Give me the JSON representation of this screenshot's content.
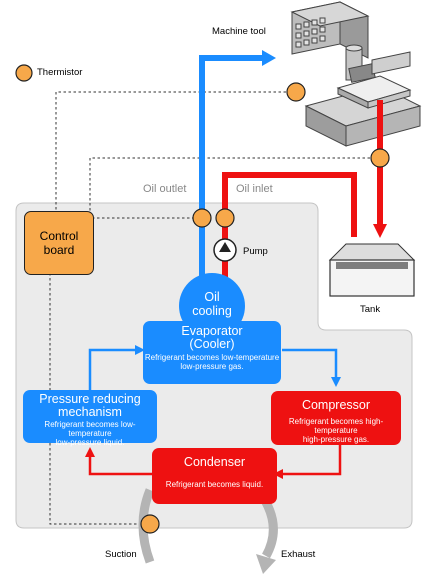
{
  "legend": {
    "thermistor_label": "Thermistor"
  },
  "labels": {
    "machine_tool": "Machine tool",
    "oil_outlet": "Oil outlet",
    "oil_inlet": "Oil inlet",
    "pump": "Pump",
    "tank": "Tank",
    "oil_cooling_line1": "Oil",
    "oil_cooling_line2": "cooling",
    "suction": "Suction",
    "exhaust": "Exhaust"
  },
  "control_board": {
    "line1": "Control",
    "line2": "board"
  },
  "evaporator": {
    "title_line1": "Evaporator",
    "title_line2": "(Cooler)",
    "desc_line1": "Refrigerant becomes low-temperature",
    "desc_line2": "low-pressure gas."
  },
  "compressor": {
    "title": "Compressor",
    "desc_line1": "Refrigerant becomes high-temperature",
    "desc_line2": "high-pressure gas."
  },
  "pressure_reducing": {
    "title_line1": "Pressure reducing",
    "title_line2": "mechanism",
    "desc_line1": "Refrigerant becomes low-temperature",
    "desc_line2": "low-pressure liquid."
  },
  "condenser": {
    "title": "Condenser",
    "desc": "Refrigerant becomes liquid."
  },
  "colors": {
    "blue": "#1a8cff",
    "red": "#ee1111",
    "orange": "#f7a84a",
    "panel": "#ebebeb",
    "gray_arrow": "#b4b4b4"
  }
}
